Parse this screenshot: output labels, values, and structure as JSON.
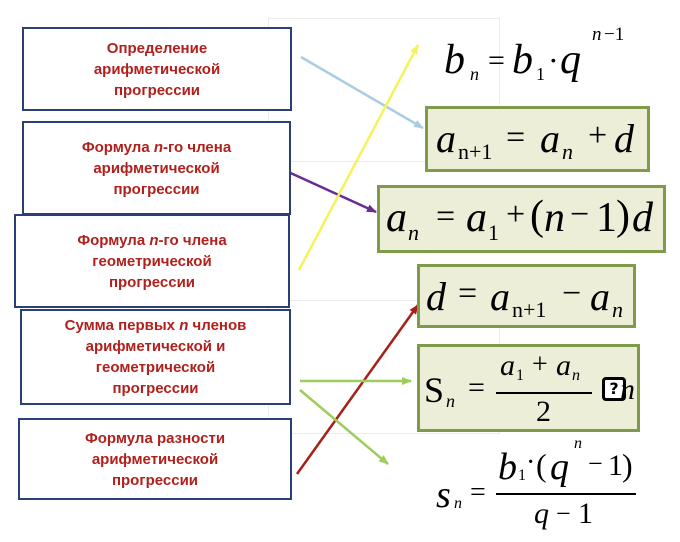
{
  "colors": {
    "term_text": "#b0201c",
    "term_border": "#2b3f78",
    "formula_fill": "#eceed8",
    "formula_border": "#7f9a4a",
    "arrow_light_blue": "#a9cde0",
    "arrow_purple": "#6a2c91",
    "arrow_yellow": "#f6f25a",
    "arrow_dark_red": "#a52019",
    "arrow_light_green": "#9ccd5d"
  },
  "terms": [
    {
      "label": "Определение\nарифметической\nпрогрессии"
    },
    {
      "label": "Формула n-го члена\nарифметической\nпрогрессии"
    },
    {
      "label": "Формула n-го члена\nгеометрической\nпрогрессии"
    },
    {
      "label": "Сумма первых n членов\nарифметической  и\nгеометрической\nпрогрессии"
    },
    {
      "label": "Формула   разности\nарифметической\nпрогрессии"
    }
  ],
  "formulas": {
    "geom_nth": {
      "lhs": "b",
      "lhs_sub": "n",
      "eq": "=",
      "b1": "b",
      "b1_sub": "1",
      "dot": "·",
      "q": "q",
      "exp": "n",
      "exp_rest": "−1"
    },
    "arith_def": {
      "a1": "a",
      "a1_sub": "n+1",
      "eq": "=",
      "a2": "a",
      "a2_sub": "n",
      "plus": "+",
      "d": "d"
    },
    "arith_nth": {
      "a1": "a",
      "a1_sub": "n",
      "eq": "=",
      "a2": "a",
      "a2_sub": "1",
      "plus": "+",
      "paren_open": "(",
      "n": "n",
      "minus": "−",
      "one": "1",
      "paren_close": ")",
      "d": "d"
    },
    "arith_diff": {
      "d": "d",
      "eq": "=",
      "a1": "a",
      "a1_sub": "n+1",
      "minus": "−",
      "a2": "a",
      "a2_sub": "n"
    },
    "arith_sum": {
      "s": "S",
      "s_sub": "n",
      "eq": "=",
      "num_a1": "a",
      "num_a1_sub": "1",
      "plus": "+",
      "num_a2": "a",
      "num_a2_sub": "n",
      "den": "2",
      "placeholder": "?",
      "tail": "n"
    },
    "geom_sum": {
      "s": "s",
      "s_sub": "n",
      "eq": "=",
      "b1": "b",
      "b1_sub": "1",
      "dot": "·",
      "paren_open": "(",
      "q": "q",
      "exp": "n",
      "minus": "−",
      "one": "1",
      "paren_close": ")",
      "den_q": "q",
      "den_minus": "−",
      "den_one": "1"
    }
  }
}
